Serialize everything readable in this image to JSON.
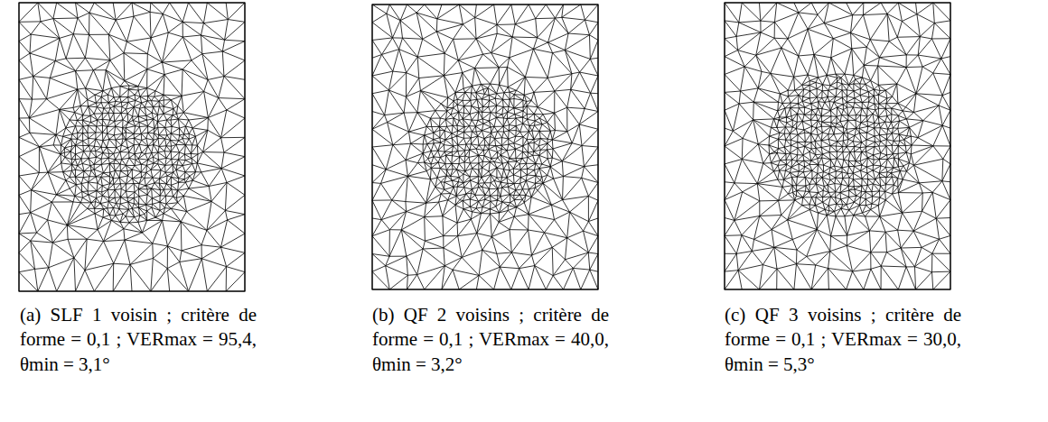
{
  "diagram": {
    "labels": [
      "(a) SLF 1 voisin ; critère de forme = 0,1 ; VERmax = 95,4, θmin = 3,1°",
      "(b) QF 2 voisins ; critère de forme = 0,1 ; VERmax = 40,0, θmin = 3,2°",
      "(c) QF 3 voisins ; critère de forme = 0,1 ; VERmax = 30,0, θmin = 5,3°"
    ]
  }
}
